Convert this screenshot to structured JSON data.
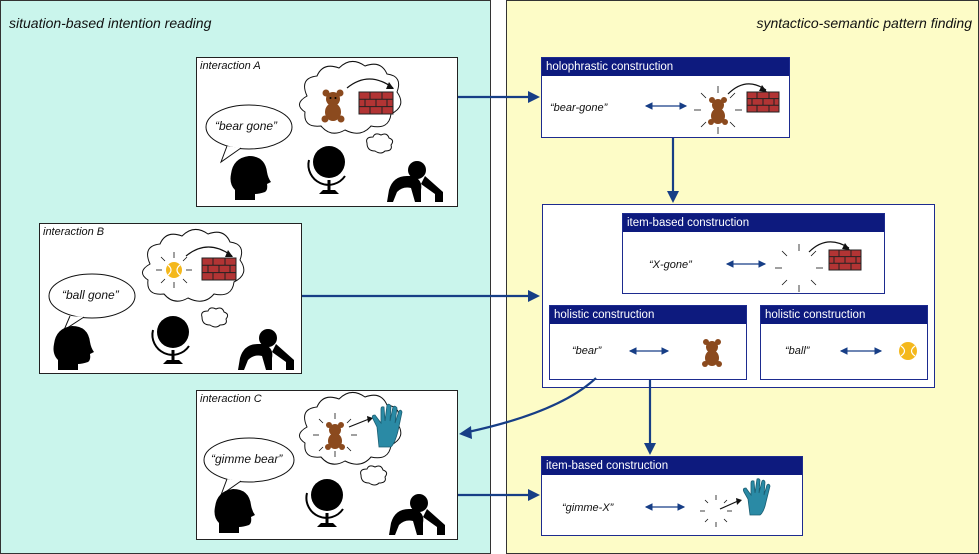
{
  "panels": {
    "left_title": "situation-based intention reading",
    "right_title": "syntactico-semantic pattern finding"
  },
  "interactions": [
    {
      "label": "interaction A",
      "utterance": "“bear gone”"
    },
    {
      "label": "interaction B",
      "utterance": "“ball gone”"
    },
    {
      "label": "interaction C",
      "utterance": "“gimme bear”"
    }
  ],
  "constructions": {
    "holophrastic": {
      "title": "holophrastic construction",
      "form": "“bear-gone”"
    },
    "item_based_gone": {
      "title": "item-based construction",
      "form": "“X-gone”"
    },
    "holistic_bear": {
      "title": "holistic construction",
      "form": "“bear”"
    },
    "holistic_ball": {
      "title": "holistic construction",
      "form": "“ball”"
    },
    "item_based_gimme": {
      "title": "item-based construction",
      "form": "“gimme-X”"
    }
  },
  "colors": {
    "left_bg": "#caf5ec",
    "right_bg": "#fdfcc7",
    "header": "#0d1a7e",
    "arrow": "#173e86",
    "bear": "#8b4a1e",
    "brick": "#b23434",
    "ball": "#f4b81c",
    "hand": "#2a8aa5"
  }
}
